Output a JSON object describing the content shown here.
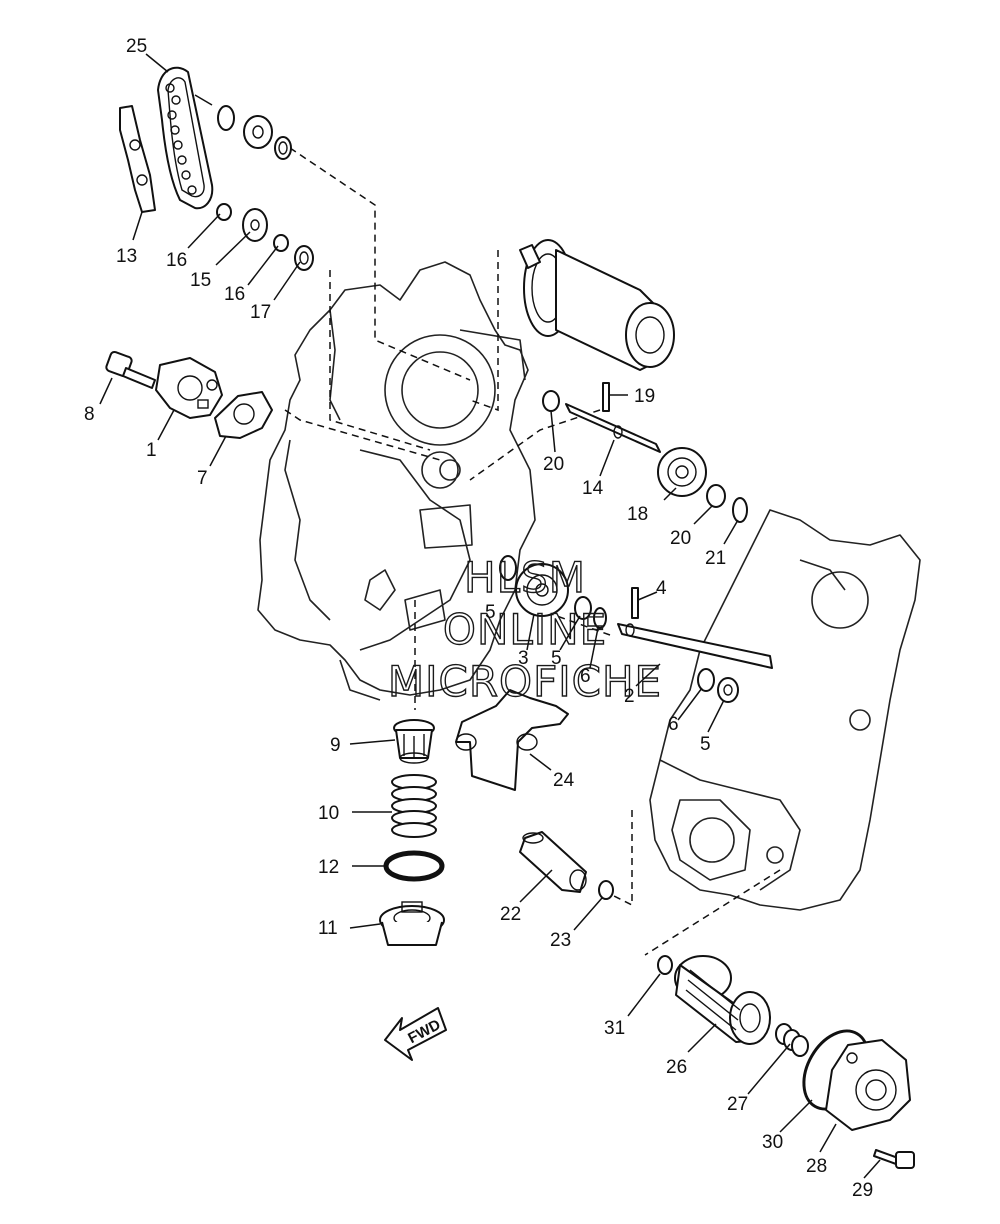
{
  "diagram": {
    "callouts": {
      "c1": "1",
      "c2": "2",
      "c3": "3",
      "c4": "4",
      "c5a": "5",
      "c5b": "5",
      "c5c": "5",
      "c6a": "6",
      "c6b": "6",
      "c7": "7",
      "c8": "8",
      "c9": "9",
      "c10": "10",
      "c11": "11",
      "c12": "12",
      "c13": "13",
      "c14": "14",
      "c15": "15",
      "c16a": "16",
      "c16b": "16",
      "c17": "17",
      "c18": "18",
      "c19": "19",
      "c20a": "20",
      "c20b": "20",
      "c21": "21",
      "c22": "22",
      "c23": "23",
      "c24": "24",
      "c25": "25",
      "c26": "26",
      "c27": "27",
      "c28": "28",
      "c29": "29",
      "c30": "30",
      "c31": "31"
    },
    "fwd_label": "FWD",
    "watermark": [
      "HLSM",
      "ONLINE",
      "MICROFICHE"
    ]
  }
}
